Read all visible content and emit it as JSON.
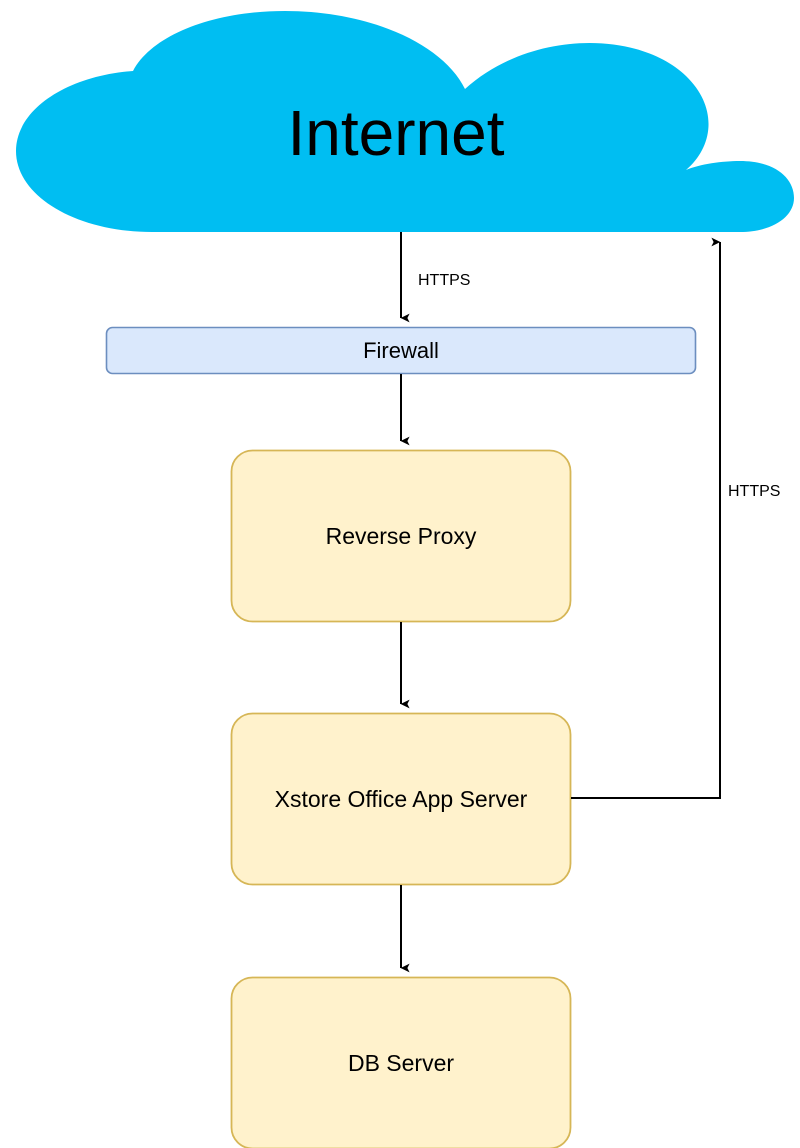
{
  "diagram": {
    "type": "network-architecture-flow",
    "background": "#ffffff",
    "nodes": [
      {
        "id": "internet",
        "shape": "cloud",
        "label": "Internet",
        "fill": "#00BEF2",
        "stroke": "none",
        "text_color": "#000000"
      },
      {
        "id": "firewall",
        "shape": "rounded-rect",
        "label": "Firewall",
        "fill": "#DAE8FC",
        "stroke": "#6C8EBF",
        "text_color": "#000000"
      },
      {
        "id": "reverse-proxy",
        "shape": "rounded-rect",
        "label": "Reverse Proxy",
        "fill": "#FFF2CC",
        "stroke": "#D6B656",
        "text_color": "#000000"
      },
      {
        "id": "xstore-office-app-server",
        "shape": "rounded-rect",
        "label": "Xstore Office App Server",
        "fill": "#FFF2CC",
        "stroke": "#D6B656",
        "text_color": "#000000"
      },
      {
        "id": "db-server",
        "shape": "rounded-rect",
        "label": "DB Server",
        "fill": "#FFF2CC",
        "stroke": "#D6B656",
        "text_color": "#000000"
      }
    ],
    "edges": [
      {
        "id": "internet-to-firewall",
        "from": "internet",
        "to": "firewall",
        "label": "HTTPS",
        "direction": "down",
        "stroke": "#000000"
      },
      {
        "id": "firewall-to-reverse-proxy",
        "from": "firewall",
        "to": "reverse-proxy",
        "label": "",
        "direction": "down",
        "stroke": "#000000"
      },
      {
        "id": "reverse-proxy-to-app-server",
        "from": "reverse-proxy",
        "to": "xstore-office-app-server",
        "label": "",
        "direction": "down",
        "stroke": "#000000"
      },
      {
        "id": "app-server-to-db-server",
        "from": "xstore-office-app-server",
        "to": "db-server",
        "label": "",
        "direction": "down",
        "stroke": "#000000"
      },
      {
        "id": "app-server-to-internet",
        "from": "xstore-office-app-server",
        "to": "internet",
        "label": "HTTPS",
        "direction": "up",
        "stroke": "#000000"
      }
    ]
  }
}
